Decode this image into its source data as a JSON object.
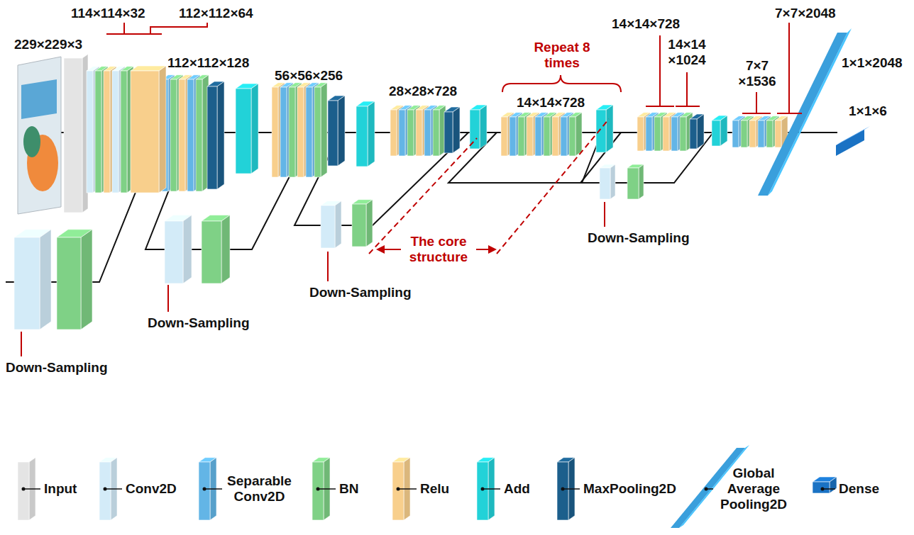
{
  "diagram": {
    "labels": [
      "229×229×3",
      "114×114×32",
      "112×112×64",
      "112×112×128",
      "56×56×256",
      "28×28×728",
      "Repeat 8 times",
      "14×14×728",
      "14×14×728",
      "14×14 ×1024",
      "7×7 ×1536",
      "7×7×2048",
      "1×1×2048",
      "1×1×6",
      "Down-Sampling",
      "Down-Sampling",
      "Down-Sampling",
      "Down-Sampling",
      "The core structure"
    ],
    "legend": [
      {
        "text": "Input",
        "color": "#e4e4e4"
      },
      {
        "text": "Conv2D",
        "color": "#d3ebf8"
      },
      {
        "text": "Separable Conv2D",
        "color": "#63b5e6"
      },
      {
        "text": "BN",
        "color": "#7fd186"
      },
      {
        "text": "Relu",
        "color": "#f8cf8c"
      },
      {
        "text": "Add",
        "color": "#22d2d8"
      },
      {
        "text": "MaxPooling2D",
        "color": "#1c5f8c"
      },
      {
        "text": "Global Average Pooling2D",
        "color": "#3a9fdc"
      },
      {
        "text": "Dense",
        "color": "#1a72c4"
      }
    ]
  }
}
